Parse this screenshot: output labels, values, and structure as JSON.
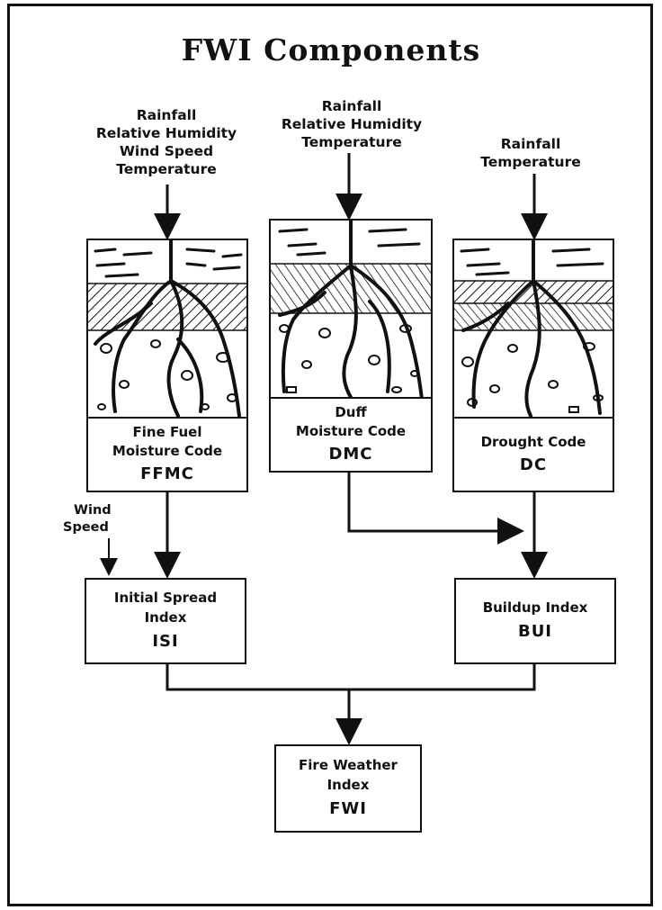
{
  "title": "FWI Components",
  "inputs": {
    "ffmc": [
      "Rainfall",
      "Relative Humidity",
      "Wind Speed",
      "Temperature"
    ],
    "dmc": [
      "Rainfall",
      "Relative Humidity",
      "Temperature"
    ],
    "dc": [
      "Rainfall",
      "Temperature"
    ],
    "isi": [
      "Wind",
      "Speed"
    ]
  },
  "codes": {
    "ffmc": {
      "lines": [
        "Fine Fuel",
        "Moisture Code"
      ],
      "abbr": "FFMC"
    },
    "dmc": {
      "lines": [
        "Duff",
        "Moisture Code"
      ],
      "abbr": "DMC"
    },
    "dc": {
      "lines": [
        "Drought Code"
      ],
      "abbr": "DC"
    }
  },
  "indices": {
    "isi": {
      "lines": [
        "Initial Spread",
        "Index"
      ],
      "abbr": "ISI"
    },
    "bui": {
      "lines": [
        "Buildup Index"
      ],
      "abbr": "BUI"
    },
    "fwi": {
      "lines": [
        "Fire Weather",
        "Index"
      ],
      "abbr": "FWI"
    }
  }
}
